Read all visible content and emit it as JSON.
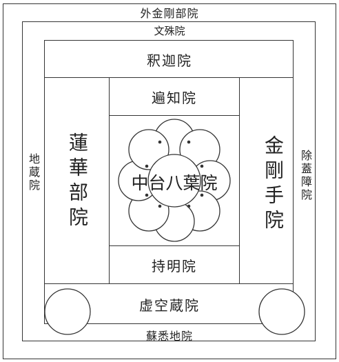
{
  "diagram": {
    "outer_label": "外金剛部院",
    "monju_label": "文殊院",
    "shaka_label": "釈迦院",
    "henchi_label": "遍知院",
    "center_label": "中台八葉院",
    "jimyo_label": "持明院",
    "kokuzo_label": "虚空蔵院",
    "soshitsuji_label": "蘇悉地院",
    "renge_label": "蓮華部院",
    "kongoshu_label": "金剛手院",
    "jizo_label": "地蔵院",
    "jogaisho_label": "除蓋障院"
  }
}
